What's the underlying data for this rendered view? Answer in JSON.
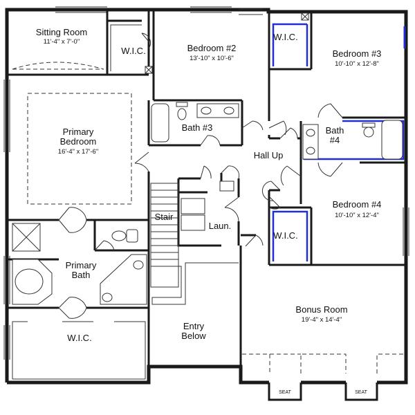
{
  "rooms": {
    "sitting_room": {
      "name": "Sitting Room",
      "dims": "11'-4\" x 7'-0\""
    },
    "wic_sitting": {
      "name": "W.I.C."
    },
    "bedroom2": {
      "name": "Bedroom #2",
      "dims": "13'-10\" x 10'-6\""
    },
    "wic_bed3": {
      "name": "W.I.C."
    },
    "bedroom3": {
      "name": "Bedroom #3",
      "dims": "10'-10\" x 12'-8\""
    },
    "primary_bedroom": {
      "name_line1": "Primary",
      "name_line2": "Bedroom",
      "dims": "16'-4\" x 17'-6\""
    },
    "bath3": {
      "name": "Bath #3"
    },
    "bath4": {
      "name_line1": "Bath",
      "name_line2": "#4"
    },
    "hall": {
      "name": "Hall Up"
    },
    "stair": {
      "name": "Stair"
    },
    "laundry": {
      "name": "Laun."
    },
    "bedroom4": {
      "name": "Bedroom #4",
      "dims": "10'-10\" x 12'-4\""
    },
    "wic_bed4": {
      "name": "W.I.C."
    },
    "primary_bath": {
      "name_line1": "Primary",
      "name_line2": "Bath"
    },
    "wic_primary": {
      "name": "W.I.C."
    },
    "entry": {
      "name_line1": "Entry",
      "name_line2": "Below"
    },
    "bonus_room": {
      "name": "Bonus Room",
      "dims": "19'-4\" x 14'-4\""
    }
  },
  "seats": [
    "SEAT",
    "SEAT"
  ],
  "colors": {
    "wall": "#1a1a1a",
    "closet_highlight": "#1f2fd0",
    "background": "#ffffff"
  }
}
